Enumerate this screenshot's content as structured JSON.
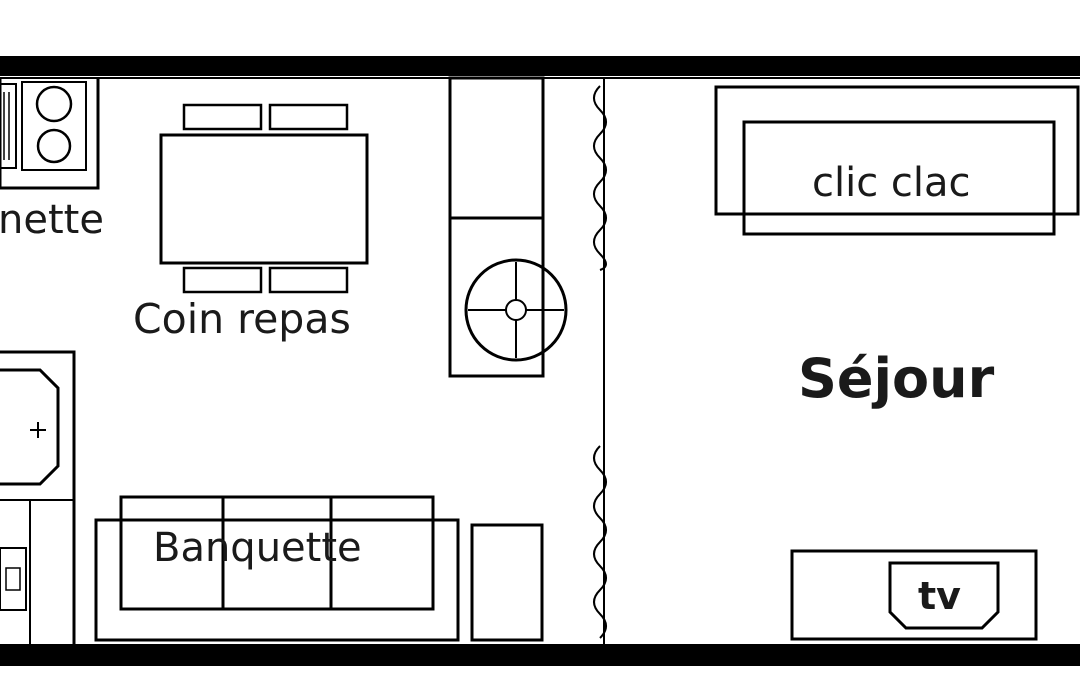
{
  "labels": {
    "kitchenette": "nette",
    "dining_area": "Coin repas",
    "sofa_bed": "clic clac",
    "living_room": "Séjour",
    "bench": "Banquette",
    "tv": "tv"
  },
  "colors": {
    "line": "#000000",
    "text": "#1a1a1a",
    "background": "#ffffff"
  }
}
